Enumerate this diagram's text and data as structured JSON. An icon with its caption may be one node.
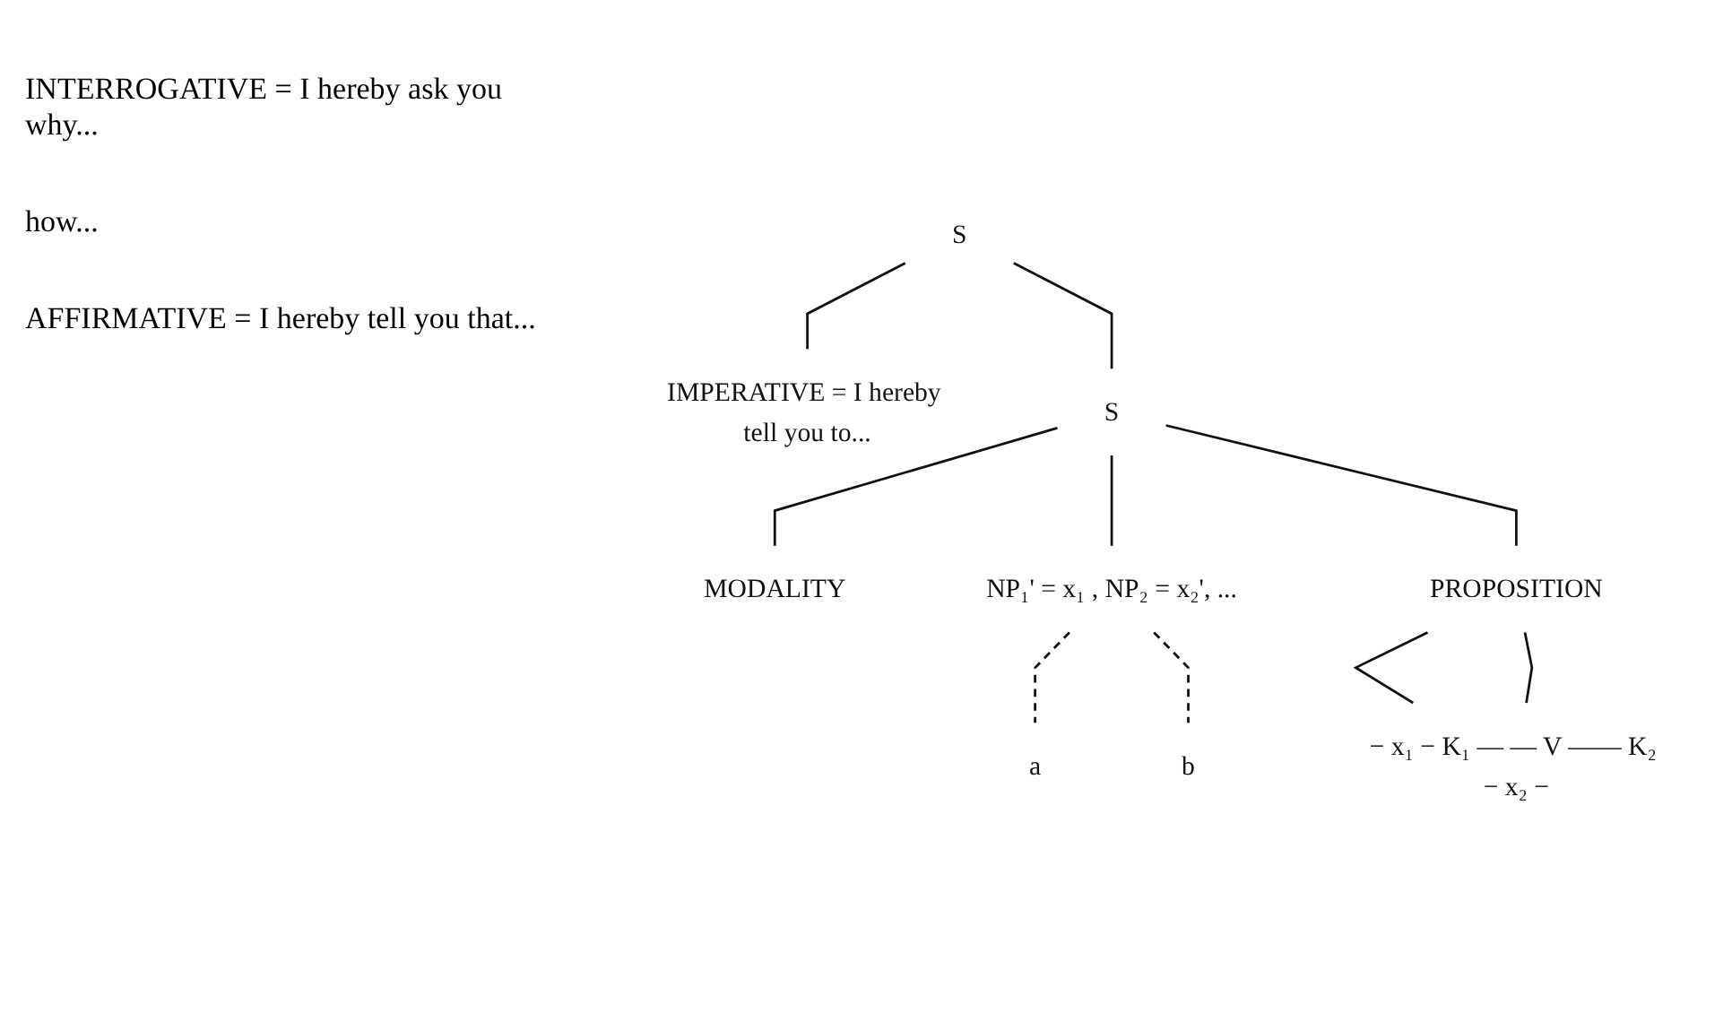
{
  "diagram": {
    "nodes": [
      {
        "text": [
          "S"
        ]
      },
      {
        "text": [
          "IMPERATIVE = I hereby tell you to..."
        ]
      },
      {
        "text": [
          "S"
        ]
      },
      {
        "text": [
          "MODALITY"
        ]
      },
      {
        "text": [
          "NP₁' = x₁ , NP₂ = x₂', ..."
        ]
      },
      {
        "text": [
          "PROPOSITION"
        ]
      },
      {
        "text": [
          "− x₁ − K₁ — — V —— K₂ − x₂ −"
        ]
      },
      {
        "text": [
          "a"
        ]
      },
      {
        "text": [
          "b"
        ]
      }
    ],
    "edges": [
      {
        "from": 0,
        "to": 1,
        "arrow": "none"
      },
      {
        "from": 0,
        "to": 2,
        "arrow": "none"
      },
      {
        "from": 2,
        "to": 3,
        "arrow": "none"
      },
      {
        "from": 2,
        "to": 4,
        "arrow": "none"
      },
      {
        "from": 2,
        "to": 5,
        "arrow": "none"
      },
      {
        "from": 5,
        "to": 6,
        "arrow": "none"
      },
      {
        "from": 5,
        "to": 6,
        "arrow": "none"
      },
      {
        "from": 4,
        "to": 7,
        "arrow": "none",
        "style": "dashed"
      },
      {
        "from": 4,
        "to": 8,
        "arrow": "none",
        "style": "dashed"
      }
    ],
    "labels": [
      "INTERROGATIVE = I hereby ask you why...",
      "how...",
      "AFFIRMATIVE = I hereby tell you that..."
    ]
  }
}
